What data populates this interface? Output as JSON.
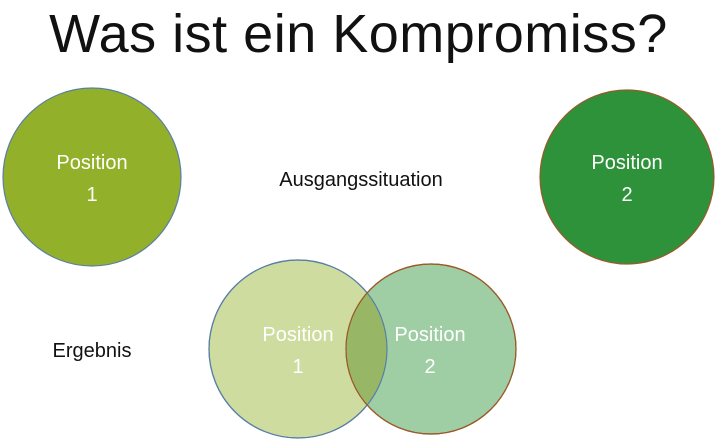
{
  "slide": {
    "title": "Was ist ein Kompromiss?"
  },
  "labels": {
    "start": "Ausgangssituation",
    "result": "Ergebnis"
  },
  "circles": {
    "top_left": {
      "line1": "Position",
      "line2": "1"
    },
    "top_right": {
      "line1": "Position",
      "line2": "2"
    },
    "bottom_left": {
      "line1": "Position",
      "line2": "1"
    },
    "bottom_right": {
      "line1": "Position",
      "line2": "2"
    }
  },
  "colors": {
    "position1": "#93b02a",
    "position2": "#2e923a",
    "position1_light": "#cfdc9f",
    "position2_light": "#9fcda4",
    "overlap": "#97b766",
    "text_light": "#ffffff",
    "text_dark": "#111111"
  }
}
